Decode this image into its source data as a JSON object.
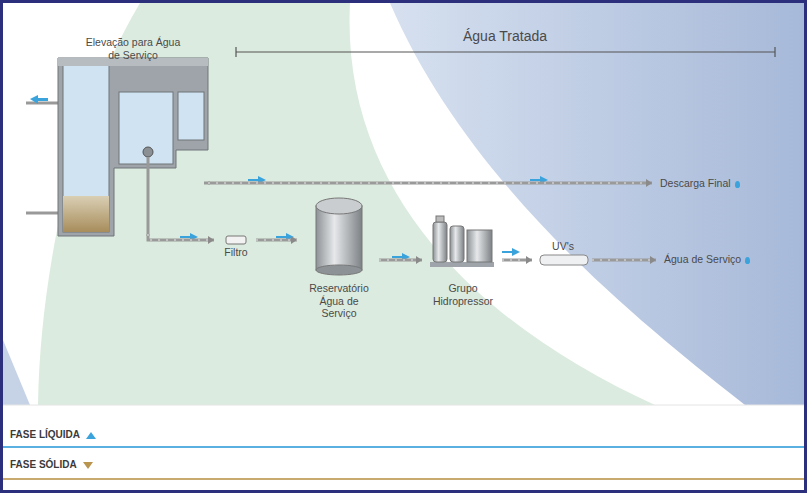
{
  "diagram": {
    "nodes": [
      {
        "text": [
          "Elevação para Água de Serviço"
        ]
      },
      {
        "text": [
          "Filtro"
        ]
      },
      {
        "text": [
          "Reservatório Água de Serviço"
        ]
      },
      {
        "text": [
          "Grupo Hidropressor"
        ]
      },
      {
        "text": [
          "UV's"
        ]
      },
      {
        "text": [
          "Descarga Final"
        ]
      },
      {
        "text": [
          "Água de Serviço"
        ]
      }
    ],
    "edges": [
      {
        "from": 0,
        "to": 1,
        "arrow": "to"
      },
      {
        "from": 1,
        "to": 2,
        "arrow": "to"
      },
      {
        "from": 2,
        "to": 3,
        "arrow": "to"
      },
      {
        "from": 3,
        "to": 4,
        "arrow": "to"
      },
      {
        "from": 4,
        "to": 6,
        "arrow": "to"
      },
      {
        "from": 0,
        "to": 5,
        "arrow": "to"
      }
    ],
    "labels": [
      "Água Tratada"
    ],
    "legend": [
      {
        "text": "FASE LÍQUIDA",
        "color": "#3ba3dc"
      },
      {
        "text": "FASE SÓLIDA",
        "color": "#b8944e"
      }
    ]
  }
}
